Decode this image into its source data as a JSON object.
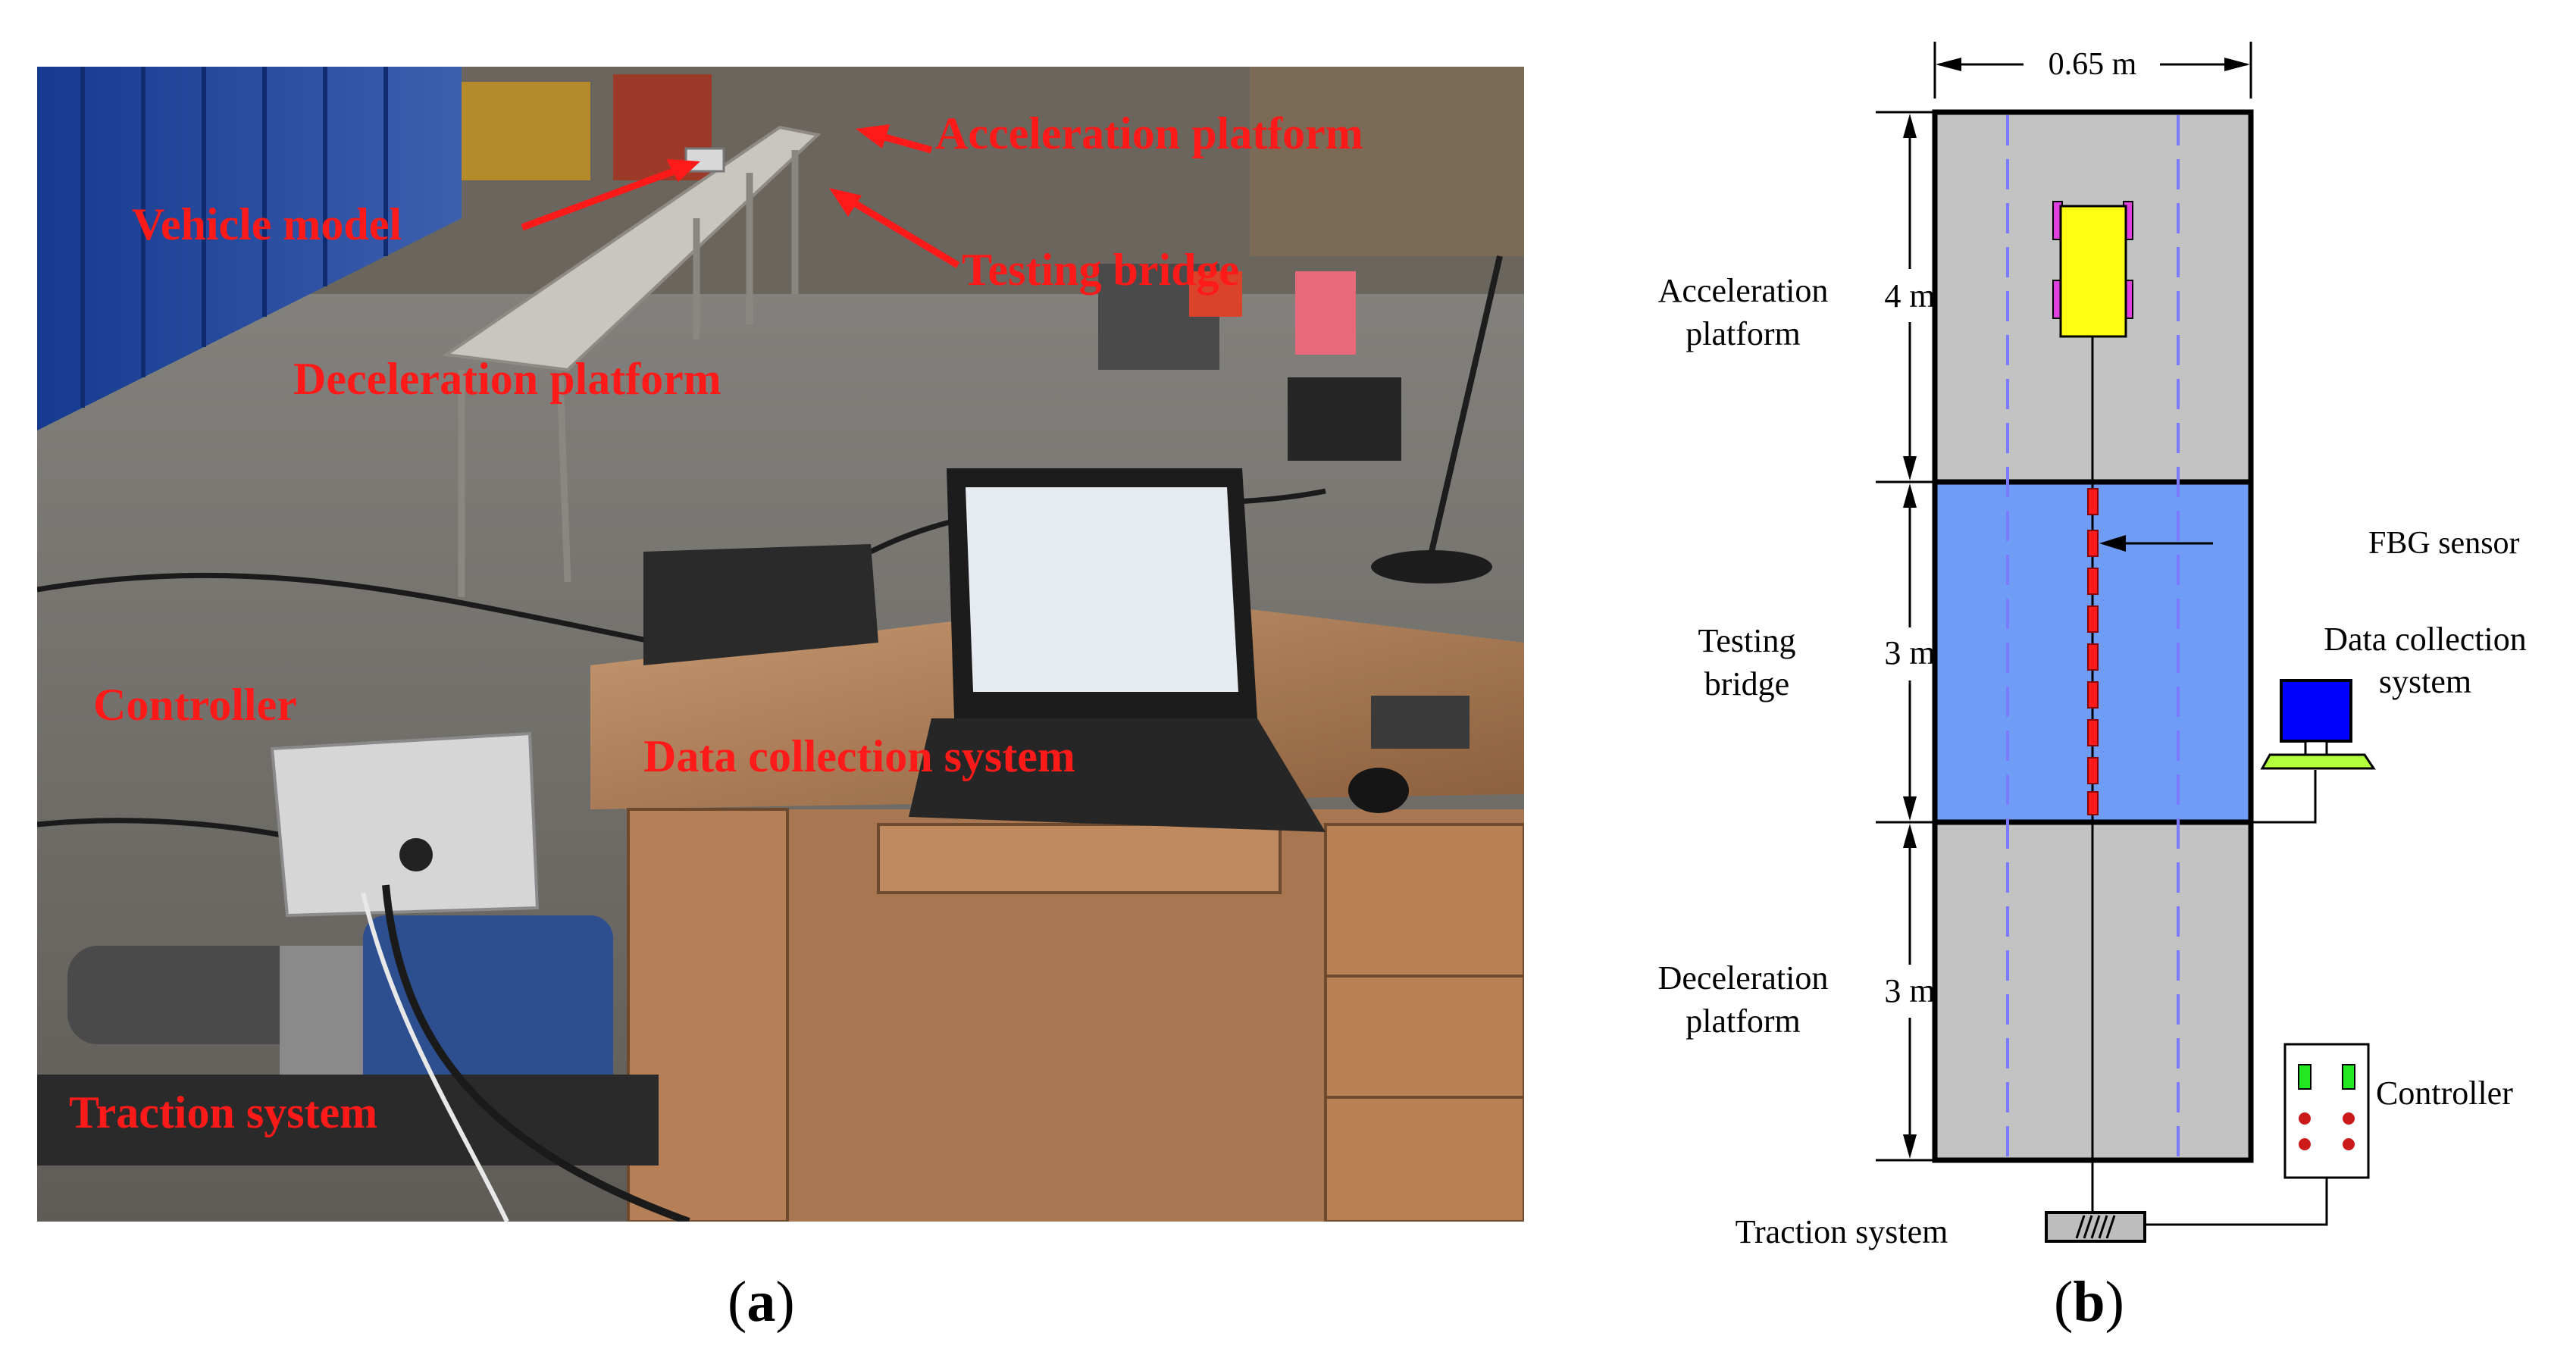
{
  "panel_a": {
    "label_open": "(",
    "label_letter": "a",
    "label_close": ")",
    "annotation_color": "#ff1a1a",
    "labels": {
      "acceleration_platform": "Acceleration platform",
      "vehicle_model": "Vehicle model",
      "testing_bridge": "Testing bridge",
      "deceleration_platform": "Deceleration platform",
      "controller": "Controller",
      "data_collection_system": "Data collection system",
      "traction_system": "Traction system"
    }
  },
  "panel_b": {
    "label_open": "(",
    "label_letter": "b",
    "label_close": ")",
    "width_dim": "0.65 m",
    "accel_len": "4 m",
    "bridge_len": "3 m",
    "decel_len": "3 m",
    "accel_label": [
      "Acceleration",
      "platform"
    ],
    "bridge_label": [
      "Testing",
      "bridge"
    ],
    "decel_label": [
      "Deceleration",
      "platform"
    ],
    "fbg": "FBG sensor",
    "data_collection": [
      "Data collection",
      "system"
    ],
    "controller": "Controller",
    "traction": "Traction system",
    "colors": {
      "platform": "#c3c3c3",
      "bridge": "#6f9cf5",
      "lane_dash": "#7b7bff",
      "vehicle": "#ffff14",
      "wheel": "#e040e0",
      "sensor": "#ff1a1a",
      "monitor": "#0000ff",
      "keyboard": "#b4ff3c",
      "led_green": "#22e822",
      "led_red": "#cc1a1a"
    }
  }
}
